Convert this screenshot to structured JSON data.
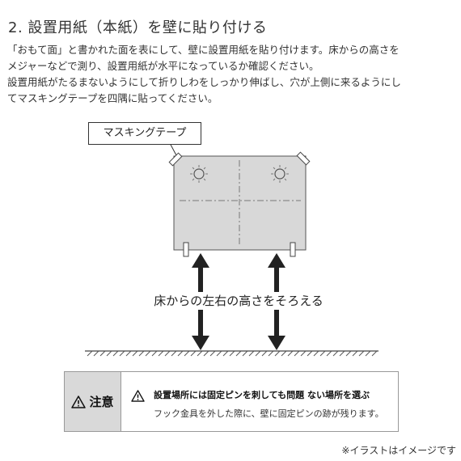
{
  "heading": "2. 設置用紙（本紙）を壁に貼り付ける",
  "paragraphs": [
    "「おもて面」と書かれた面を表にして、壁に設置用紙を貼り付けます。床からの高さを",
    "メジャーなどで測り、設置用紙が水平になっているか確認ください。",
    "設置用紙がたるまないようにして折りしわをしっかり伸ばし、穴が上側に来るようにし",
    "てマスキングテープを四隅に貼ってください。"
  ],
  "illustration": {
    "tape_label": "マスキングテープ",
    "floor_label": "床からの左右の高さをそろえる"
  },
  "caution": {
    "title": "注意",
    "line1": "設置場所には固定ピンを刺しても問題 ない場所を選ぶ",
    "line2": "フック金具を外した際に、壁に固定ピンの跡が残ります。"
  },
  "footnote": "※イラストはイメージです",
  "colors": {
    "paper_fill": "#d8d8d8",
    "paper_stroke": "#555555",
    "caution_head": "#d9d9d9",
    "arrow": "#222222"
  }
}
